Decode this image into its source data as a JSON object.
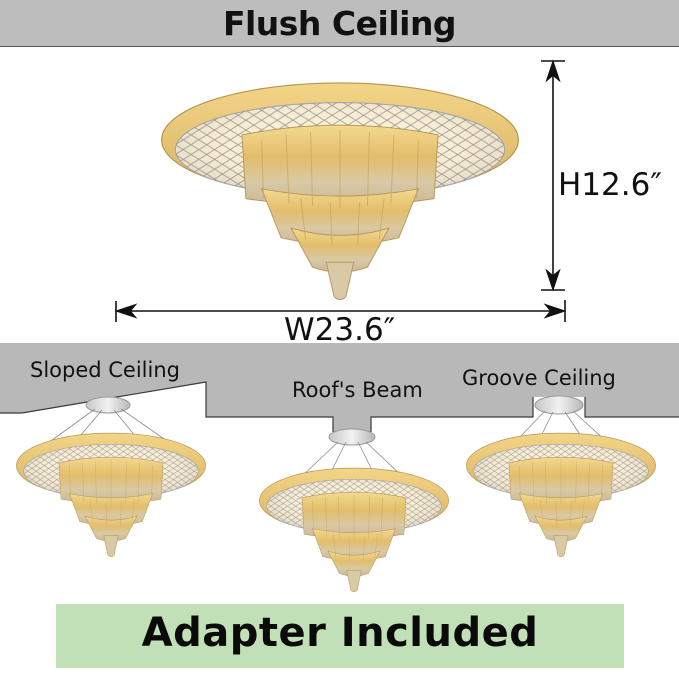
{
  "header": {
    "title": "Flush Ceiling"
  },
  "dimensions": {
    "height_label": "H12.6″",
    "width_label": "W23.6″"
  },
  "mounting_options": [
    {
      "label": "Sloped Ceiling"
    },
    {
      "label": "Roof's Beam"
    },
    {
      "label": "Groove Ceiling"
    }
  ],
  "footer": {
    "banner_text": "Adapter Included",
    "banner_color": "#c1e0b8"
  },
  "colors": {
    "header_bg": "#bdbdbd",
    "ceiling_gray": "#b8b8b8",
    "crystal_gold": "#e8c878",
    "frame_silver": "#d0d0d0"
  }
}
